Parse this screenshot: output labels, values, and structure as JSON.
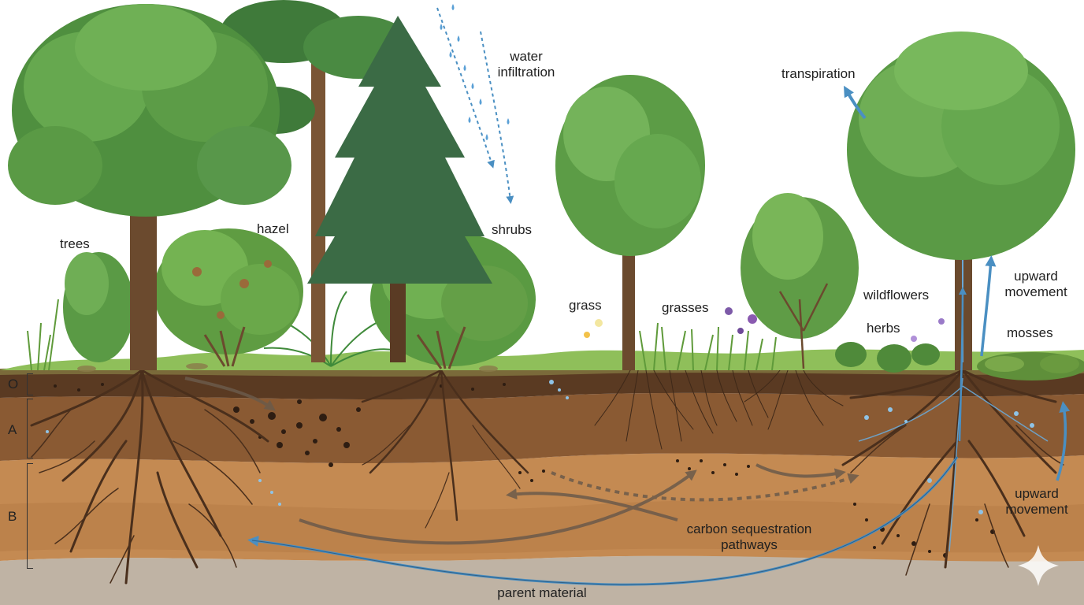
{
  "labels": {
    "water_infiltration": [
      "water",
      "infiltration"
    ],
    "transpiration": "transpiration",
    "trees": "trees",
    "hazel": "hazel",
    "shrubs": "shrubs",
    "grass": "grass",
    "grasses": "grasses",
    "wildflowers": "wildflowers",
    "herbs": "herbs",
    "mosses": "mosses",
    "upward_movement_1": [
      "upward",
      "movement"
    ],
    "upward_movement_2": [
      "upward",
      "movement"
    ],
    "carbon_sequestration": [
      "carbon sequestration",
      "pathways"
    ],
    "parent_material": "parent material"
  },
  "horizons": [
    "O",
    "A",
    "B"
  ],
  "colors": {
    "sky": "#ffffff",
    "o_horizon": "#5a3a22",
    "a_horizon": "#8a5a33",
    "b_horizon": "#c48a52",
    "parent_material": "#bfb3a4",
    "foliage_dark": "#3f7a34",
    "foliage_light": "#6aa84f",
    "conifer": "#3b6b45",
    "trunk": "#6b4a2e",
    "root": "#5a3b24",
    "water_arrow": "#4a8fc2",
    "carbon_arrow": "#6b5a4a"
  }
}
